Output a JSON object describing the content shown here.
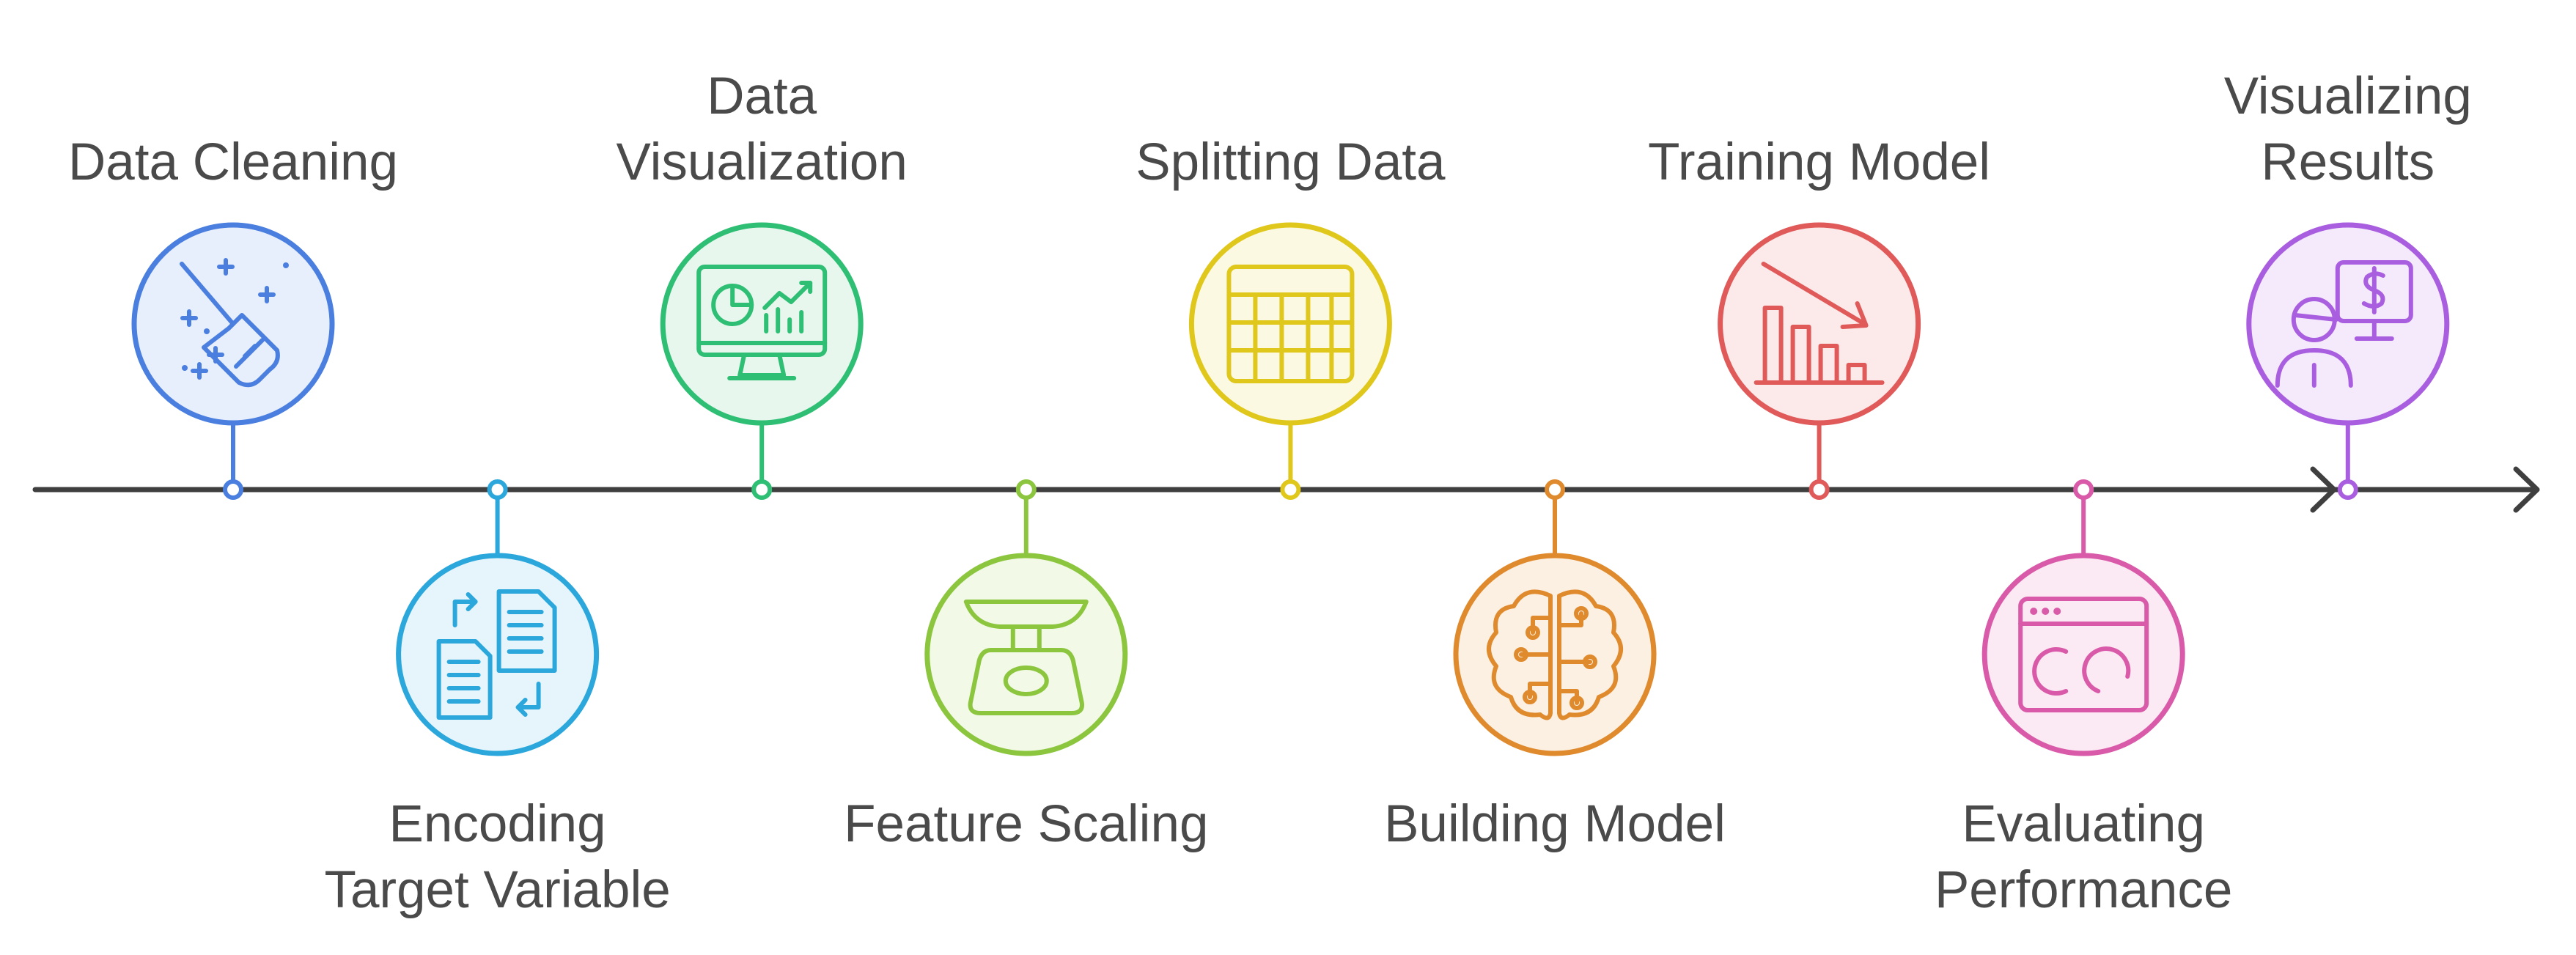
{
  "steps": [
    {
      "id": "data-cleaning",
      "label": "Data Cleaning",
      "position": "top",
      "color": "#4a7fe0",
      "fill": "#e8effc",
      "icon": "broom-sparkle-icon"
    },
    {
      "id": "encoding-target-variable",
      "label": "Encoding\nTarget Variable",
      "position": "bottom",
      "color": "#2ba7dc",
      "fill": "#e6f5fb",
      "icon": "documents-swap-icon"
    },
    {
      "id": "data-visualization",
      "label": "Data\nVisualization",
      "position": "top",
      "color": "#2fbf74",
      "fill": "#e7f7ee",
      "icon": "monitor-chart-icon"
    },
    {
      "id": "feature-scaling",
      "label": "Feature Scaling",
      "position": "bottom",
      "color": "#8cc63f",
      "fill": "#f2f9e7",
      "icon": "weighing-scale-icon"
    },
    {
      "id": "splitting-data",
      "label": "Splitting Data",
      "position": "top",
      "color": "#e0c71c",
      "fill": "#fcf9e3",
      "icon": "table-grid-icon"
    },
    {
      "id": "building-model",
      "label": "Building Model",
      "position": "bottom",
      "color": "#e08a2e",
      "fill": "#fcf0e3",
      "icon": "brain-circuit-icon"
    },
    {
      "id": "training-model",
      "label": "Training Model",
      "position": "top",
      "color": "#e05a5a",
      "fill": "#fceaea",
      "icon": "bar-chart-down-icon"
    },
    {
      "id": "evaluating-performance",
      "label": "Evaluating\nPerformance",
      "position": "bottom",
      "color": "#d95aa8",
      "fill": "#fbe9f3",
      "icon": "browser-gauge-icon"
    },
    {
      "id": "visualizing-results",
      "label": "Visualizing\nResults",
      "position": "top",
      "color": "#a95ee0",
      "fill": "#f4eafc",
      "icon": "presenter-dollar-icon"
    }
  ],
  "timeline_color": "#3f3f3f"
}
